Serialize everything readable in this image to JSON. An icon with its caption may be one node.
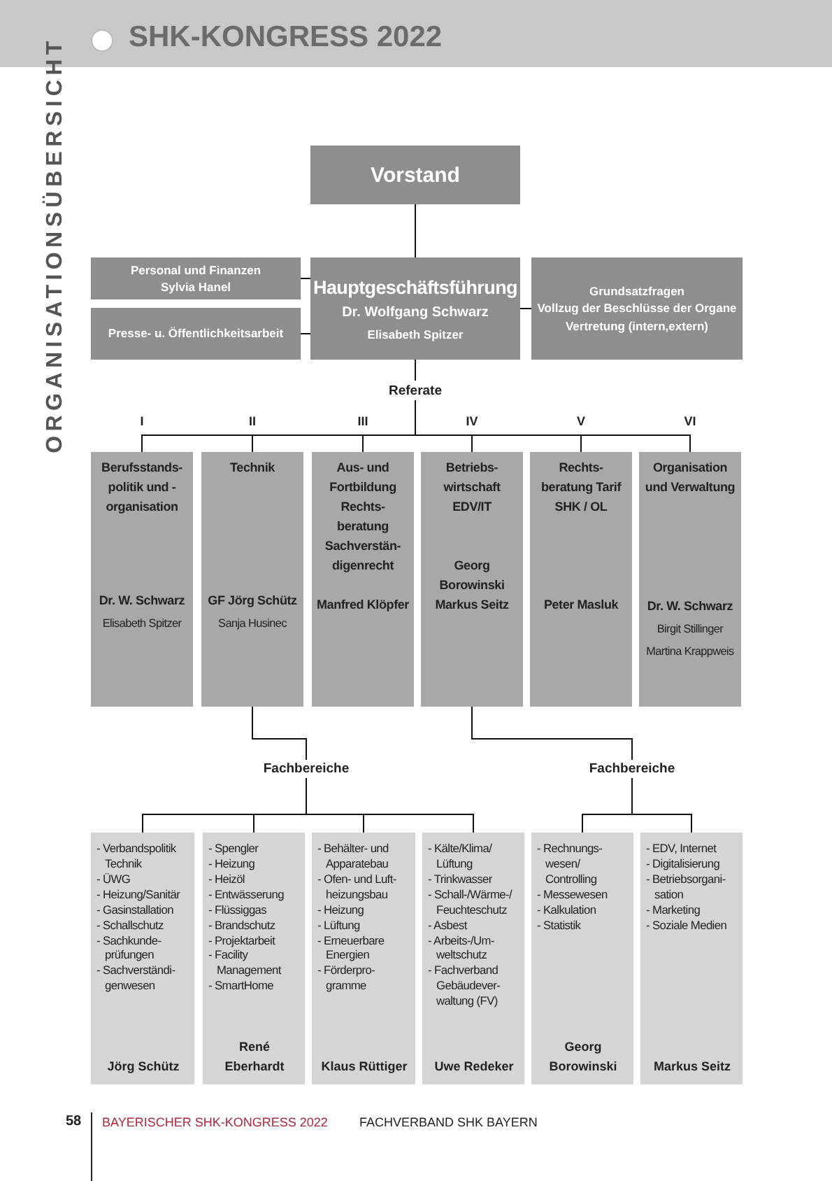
{
  "diagram": {
    "title": "SHK-KONGRESS 2022",
    "nodes": [
      {
        "text": [
          "Vorstand"
        ]
      },
      {
        "text": [
          "Hauptgeschäftsführung",
          "Dr. Wolfgang Schwarz",
          "Elisabeth Spitzer"
        ]
      },
      {
        "text": [
          "Personal und Finanzen",
          "Sylvia Hanel"
        ]
      },
      {
        "text": [
          "Presse- u. Öffentlichkeitsarbeit"
        ]
      },
      {
        "text": [
          "Grundsatzfragen",
          "Vollzug der Beschlüsse der Organe",
          "Vertretung (intern,extern)"
        ]
      },
      {
        "text": [
          "Referate"
        ]
      },
      {
        "text": [
          "Berufsstands- politik und -organisation",
          "Dr. W. Schwarz",
          "Elisabeth Spitzer"
        ],
        "beside": [
          "I"
        ]
      },
      {
        "text": [
          "Technik",
          "GF Jörg Schütz",
          "Sanja Husinec"
        ],
        "beside": [
          "II"
        ]
      },
      {
        "text": [
          "Aus- und Fortbildung Rechts- beratung Sachverstän- digenrecht",
          "Manfred Klöpfer"
        ],
        "beside": [
          "III"
        ]
      },
      {
        "text": [
          "Betriebs- wirtschaft EDV/IT",
          "Georg Borowinski Markus Seitz"
        ],
        "beside": [
          "IV"
        ]
      },
      {
        "text": [
          "Rechts- beratung Tarif SHK / OL",
          "Peter Masluk"
        ],
        "beside": [
          "V"
        ]
      },
      {
        "text": [
          "Organisation und Verwaltung",
          "Dr. W. Schwarz",
          "Birgit Stillinger",
          "Martina Krappweis"
        ],
        "beside": [
          "VI"
        ]
      },
      {
        "text": [
          "Fachbereiche"
        ]
      },
      {
        "text": [
          "Fachbereiche"
        ]
      },
      {
        "text": [
          "- Verbandspolitik Technik",
          "- ÜWG",
          "- Heizung/Sanitär",
          "- Gasinstallation",
          "- Schallschutz",
          "- Sachkunde- prüfungen",
          "- Sachverständi- genwesen",
          "Jörg Schütz"
        ]
      },
      {
        "text": [
          "- Spengler",
          "- Heizung",
          "- Heizöl",
          "- Entwässerung",
          "- Flüssiggas",
          "- Brandschutz",
          "- Projektarbeit",
          "- Facility Management",
          "- SmartHome",
          "René Eberhardt"
        ]
      },
      {
        "text": [
          "- Behälter- und Apparatebau",
          "- Ofen- und Luft- heizungsbau",
          "- Heizung",
          "- Lüftung",
          "- Erneuerbare Energien",
          "- Förderpro- gramme",
          "Klaus Rüttiger"
        ]
      },
      {
        "text": [
          "- Kälte/Klima/ Lüftung",
          "- Trinkwasser",
          "- Schall-/Wärme-/ Feuchteschutz",
          "- Asbest",
          "- Arbeits-/Um- weltschutz",
          "- Fachverband Gebäudever- waltung (FV)",
          "Uwe Redeker"
        ]
      },
      {
        "text": [
          "- Rechnungs- wesen/ Controlling",
          "- Messewesen",
          "- Kalkulation",
          "- Statistik",
          "Georg Borowinski"
        ]
      },
      {
        "text": [
          "- EDV, Internet",
          "- Digitalisierung",
          "- Betriebsorgani- sation",
          "- Marketing",
          "- Soziale Medien",
          "Markus Seitz"
        ]
      }
    ],
    "edges": [
      {
        "from": 0,
        "to": 1,
        "arrow": "none"
      },
      {
        "from": 2,
        "to": 1,
        "arrow": "none"
      },
      {
        "from": 3,
        "to": 1,
        "arrow": "none"
      },
      {
        "from": 1,
        "to": 4,
        "arrow": "none"
      },
      {
        "from": 1,
        "to": 5,
        "arrow": "none"
      },
      {
        "from": 5,
        "to": 6,
        "arrow": "none"
      },
      {
        "from": 5,
        "to": 7,
        "arrow": "none"
      },
      {
        "from": 5,
        "to": 8,
        "arrow": "none"
      },
      {
        "from": 5,
        "to": 9,
        "arrow": "none"
      },
      {
        "from": 5,
        "to": 10,
        "arrow": "none"
      },
      {
        "from": 5,
        "to": 11,
        "arrow": "none"
      },
      {
        "from": 7,
        "to": 12,
        "arrow": "none"
      },
      {
        "from": 9,
        "to": 13,
        "arrow": "none"
      },
      {
        "from": 12,
        "to": 14,
        "arrow": "none"
      },
      {
        "from": 12,
        "to": 15,
        "arrow": "none"
      },
      {
        "from": 12,
        "to": 16,
        "arrow": "none"
      },
      {
        "from": 12,
        "to": 17,
        "arrow": "none"
      },
      {
        "from": 13,
        "to": 18,
        "arrow": "none"
      },
      {
        "from": 13,
        "to": 19,
        "arrow": "none"
      }
    ],
    "labels": [
      "ORGANISATIONSÜBERSICHT",
      "58",
      "BAYERISCHER SHK-KONGRESS 2022",
      "FACHVERBAND SHK BAYERN"
    ]
  }
}
